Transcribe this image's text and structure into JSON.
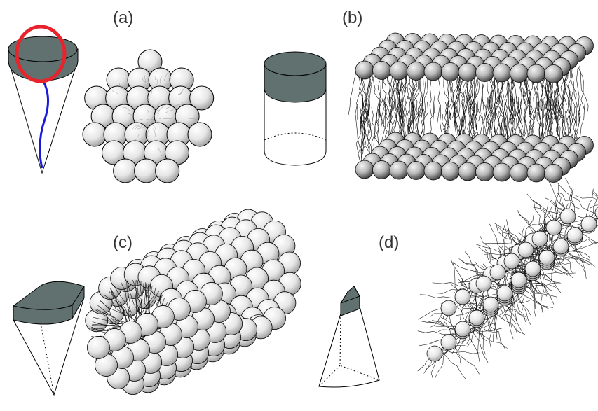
{
  "labels": {
    "a": "(a)",
    "b": "(b)",
    "c": "(c)",
    "d": "(d)"
  },
  "colors": {
    "head_group": "#607170",
    "highlight_ring": "#e8232b",
    "tail_line": "#1a1adb",
    "sphere_fill": "#efefef",
    "chain": "#111111"
  },
  "icons": {
    "a": [
      "cone-surfactant-icon",
      "spherical-micelle-icon"
    ],
    "b": [
      "cylinder-surfactant-icon",
      "bilayer-icon"
    ],
    "c": [
      "wedge-surfactant-icon",
      "cylindrical-micelle-icon"
    ],
    "d": [
      "truncated-wedge-surfactant-icon",
      "inverted-cylinder-array-icon"
    ]
  }
}
